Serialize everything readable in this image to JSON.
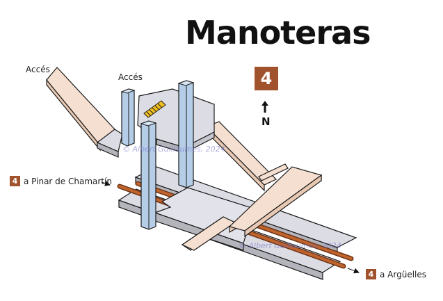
{
  "station": {
    "name": "Manoteras",
    "line_number": "4",
    "line_color": "#a0522d"
  },
  "compass": {
    "north_label": "N"
  },
  "entrances": [
    {
      "label": "Accés"
    },
    {
      "label": "Accés"
    }
  ],
  "destinations": [
    {
      "line": "4",
      "label": "a Pinar de Chamartín"
    },
    {
      "line": "4",
      "label": "a Argüelles"
    }
  ],
  "watermarks": [
    {
      "text": "© Albert Guillaumes, 2024"
    },
    {
      "text": "© Albert Guillaumes, 2024"
    }
  ],
  "colors": {
    "platform": "#dcdce4",
    "passage": "#f5dfd0",
    "elevator": "#b6cde8",
    "escalator": "#f0c020",
    "track": "#b85a28",
    "outline": "#1a1a1a"
  }
}
